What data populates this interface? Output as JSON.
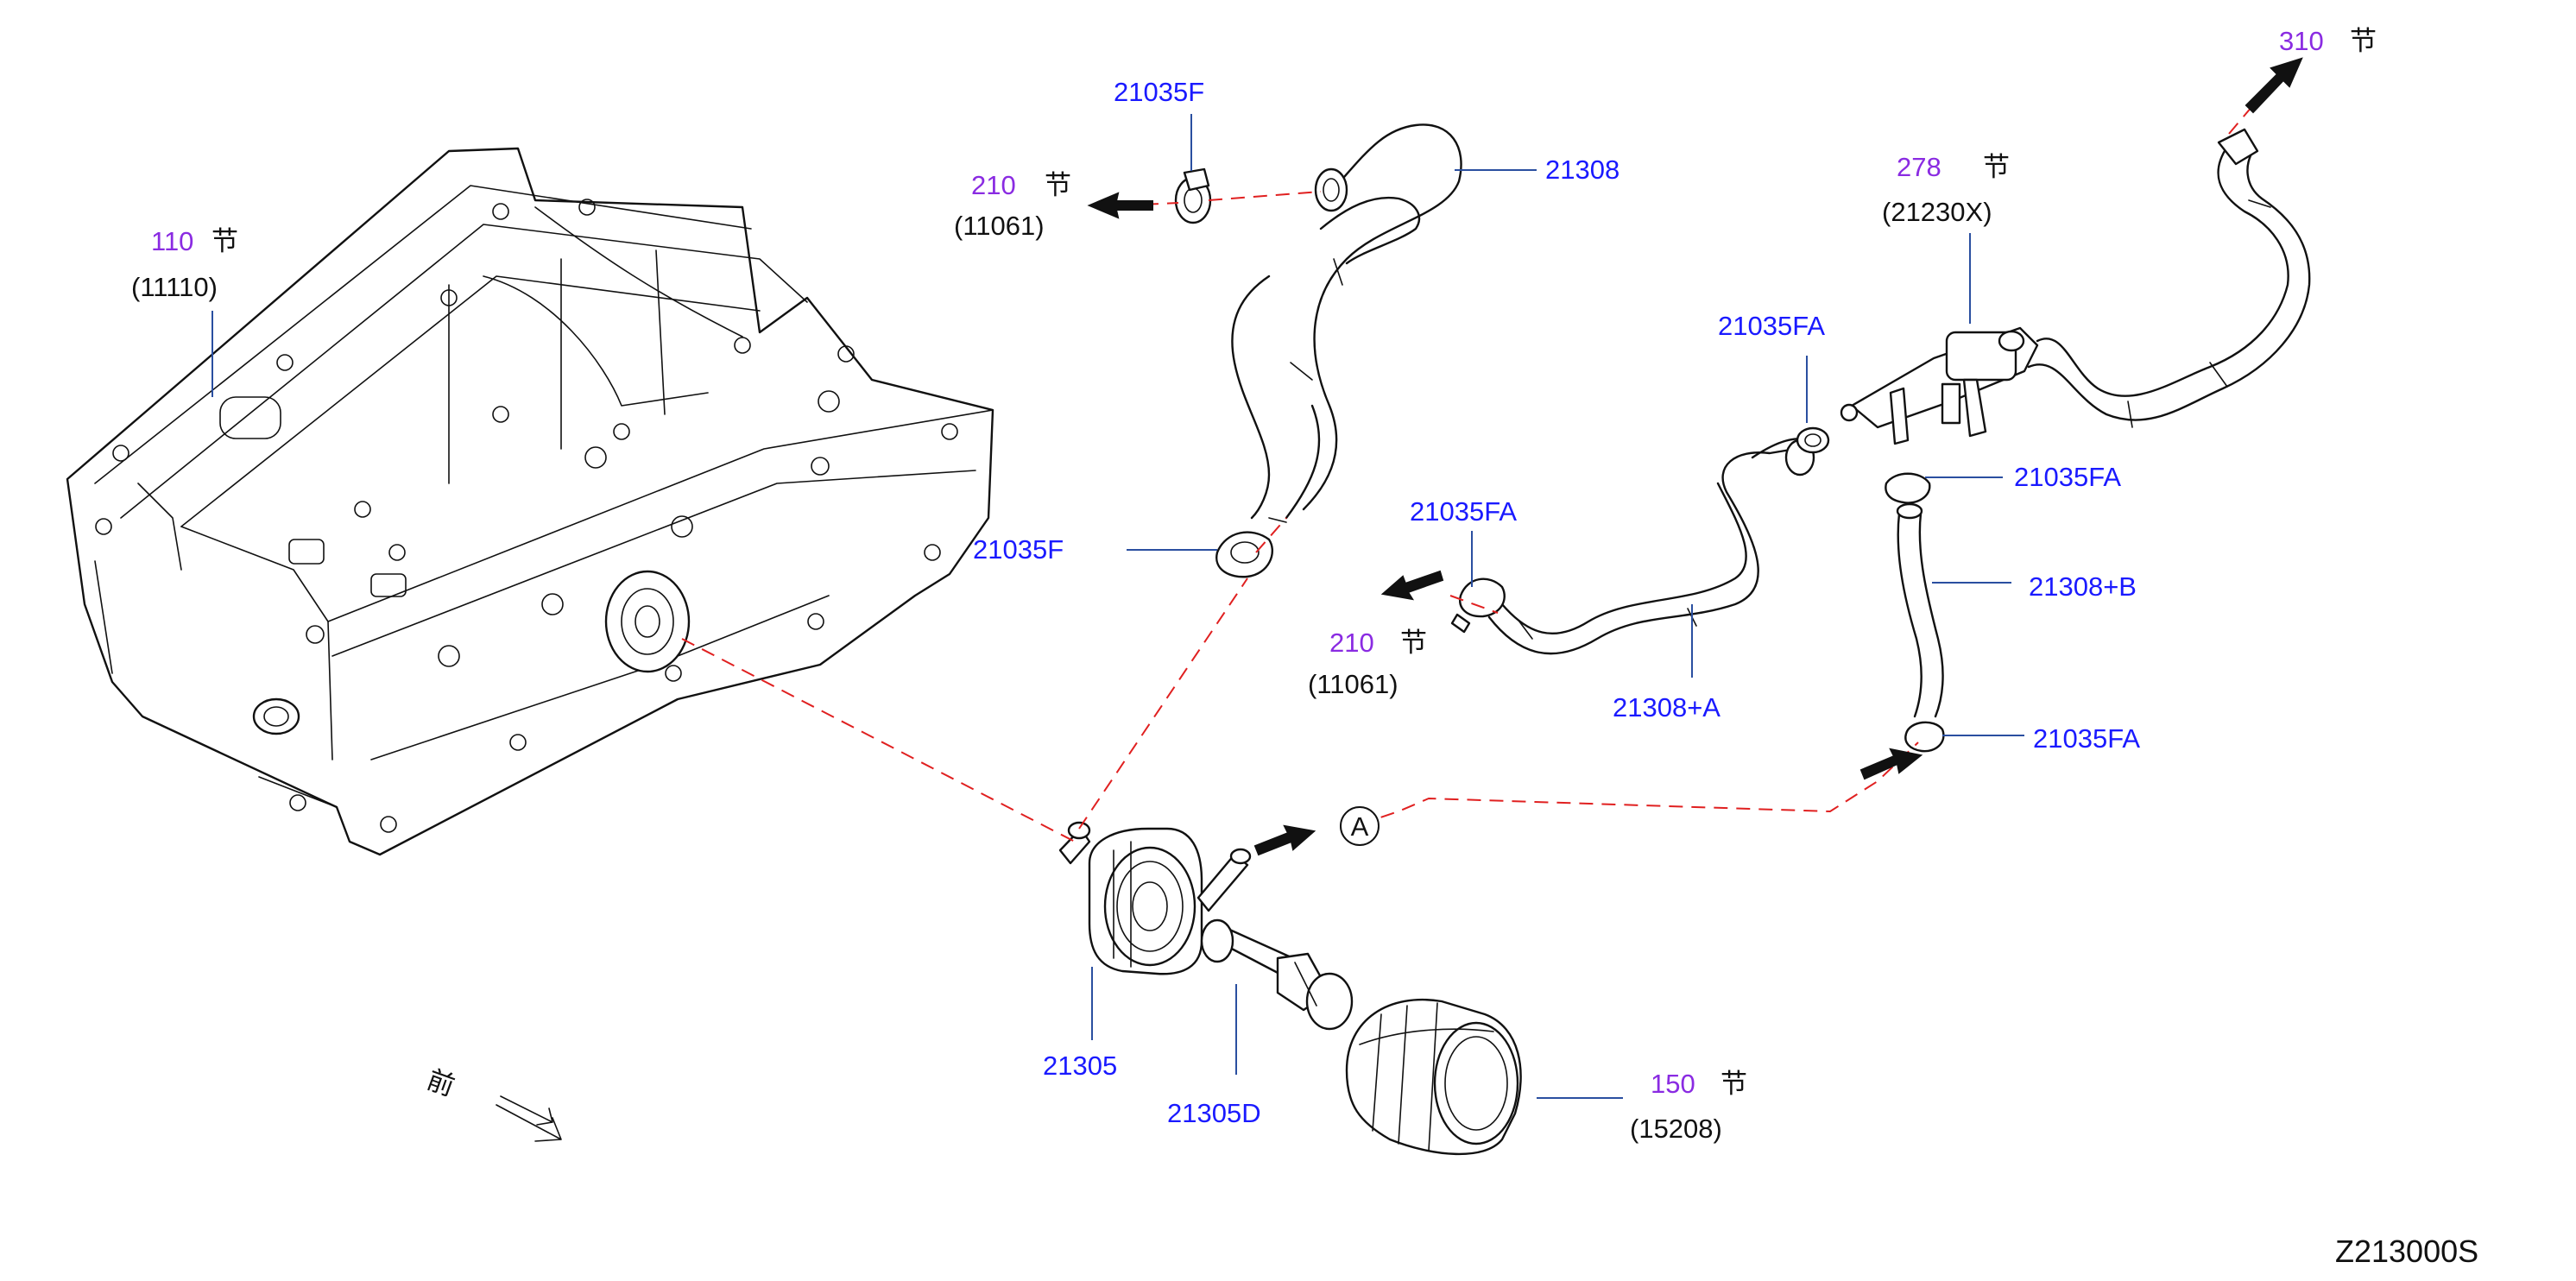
{
  "diagram": {
    "code": "Z213000S",
    "front_mark": "前",
    "callouts": [
      {
        "id": "c110",
        "section": "110",
        "sec_char": "节",
        "ref": "(11110)"
      },
      {
        "id": "c210a",
        "section": "210",
        "sec_char": "节",
        "ref": "(11061)"
      },
      {
        "id": "c210b",
        "section": "210",
        "sec_char": "节",
        "ref": "(11061)"
      },
      {
        "id": "c278",
        "section": "278",
        "sec_char": "节",
        "ref": "(21230X)"
      },
      {
        "id": "c310",
        "section": "310",
        "sec_char": "节"
      },
      {
        "id": "c150",
        "section": "150",
        "sec_char": "节",
        "ref": "(15208)"
      }
    ],
    "parts": [
      {
        "id": "p21035F_top",
        "number": "21035F"
      },
      {
        "id": "p21308",
        "number": "21308"
      },
      {
        "id": "p21035F_mid",
        "number": "21035F"
      },
      {
        "id": "p21035FA_1",
        "number": "21035FA"
      },
      {
        "id": "p21035FA_2",
        "number": "21035FA"
      },
      {
        "id": "p21035FA_3",
        "number": "21035FA"
      },
      {
        "id": "p21308B",
        "number": "21308+B"
      },
      {
        "id": "p21308A",
        "number": "21308+A"
      },
      {
        "id": "p21035FA_4",
        "number": "21035FA"
      },
      {
        "id": "p21305",
        "number": "21305"
      },
      {
        "id": "p21305D",
        "number": "21305D"
      }
    ],
    "connector_label": "A"
  }
}
